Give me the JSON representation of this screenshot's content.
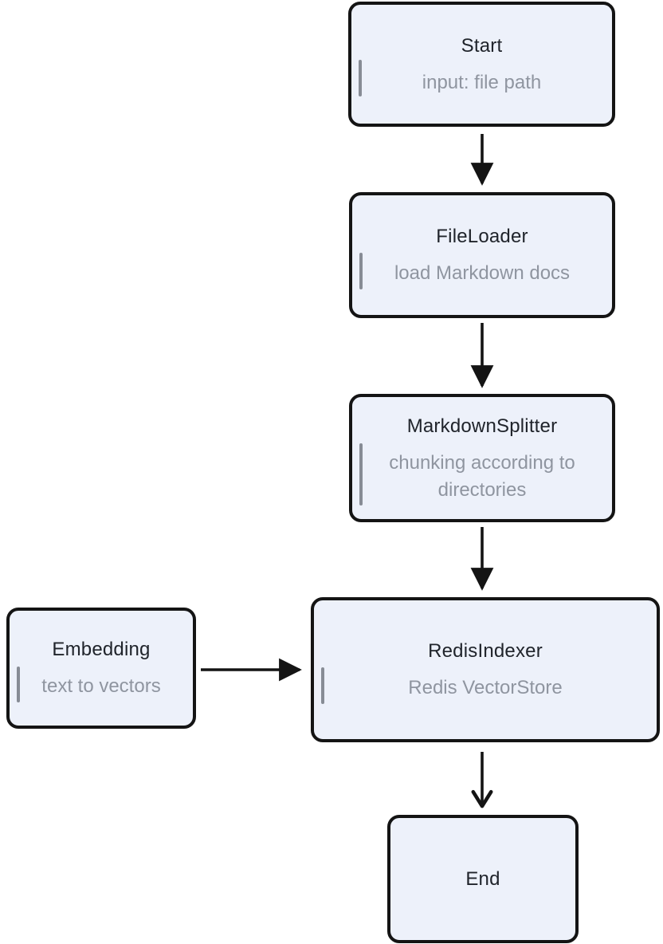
{
  "colors": {
    "bg": "#ffffff",
    "node-fill": "#edf1fa",
    "node-border": "#141414",
    "title": "#20242b",
    "subtitle": "#8f95a0",
    "bar": "#878c95",
    "arrow": "#141414"
  },
  "nodes": {
    "start": {
      "title": "Start",
      "subtitle": "input: file path"
    },
    "fileloader": {
      "title": "FileLoader",
      "subtitle": "load Markdown docs"
    },
    "markdownsplitter": {
      "title": "MarkdownSplitter",
      "subtitle": "chunking according to directories"
    },
    "embedding": {
      "title": "Embedding",
      "subtitle": "text to vectors"
    },
    "redisindexer": {
      "title": "RedisIndexer",
      "subtitle": "Redis VectorStore"
    },
    "end": {
      "title": "End"
    }
  },
  "edges": [
    {
      "from": "Start",
      "to": "FileLoader",
      "head": "filled-triangle"
    },
    {
      "from": "FileLoader",
      "to": "MarkdownSplitter",
      "head": "filled-triangle"
    },
    {
      "from": "MarkdownSplitter",
      "to": "RedisIndexer",
      "head": "filled-triangle"
    },
    {
      "from": "Embedding",
      "to": "RedisIndexer",
      "head": "filled-triangle"
    },
    {
      "from": "RedisIndexer",
      "to": "End",
      "head": "open-chevron"
    }
  ]
}
